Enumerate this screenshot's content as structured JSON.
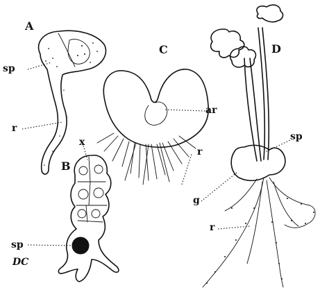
{
  "panels": {
    "a": "A",
    "b": "B",
    "c": "C",
    "d": "D"
  },
  "labels": {
    "a_sp": "sp",
    "a_r": "r",
    "b_x": "x",
    "b_sp": "sp",
    "c_ar": "ar",
    "c_r": "r",
    "d_sp": "sp",
    "d_g": "g",
    "d_r": "r"
  },
  "signature": "DC"
}
